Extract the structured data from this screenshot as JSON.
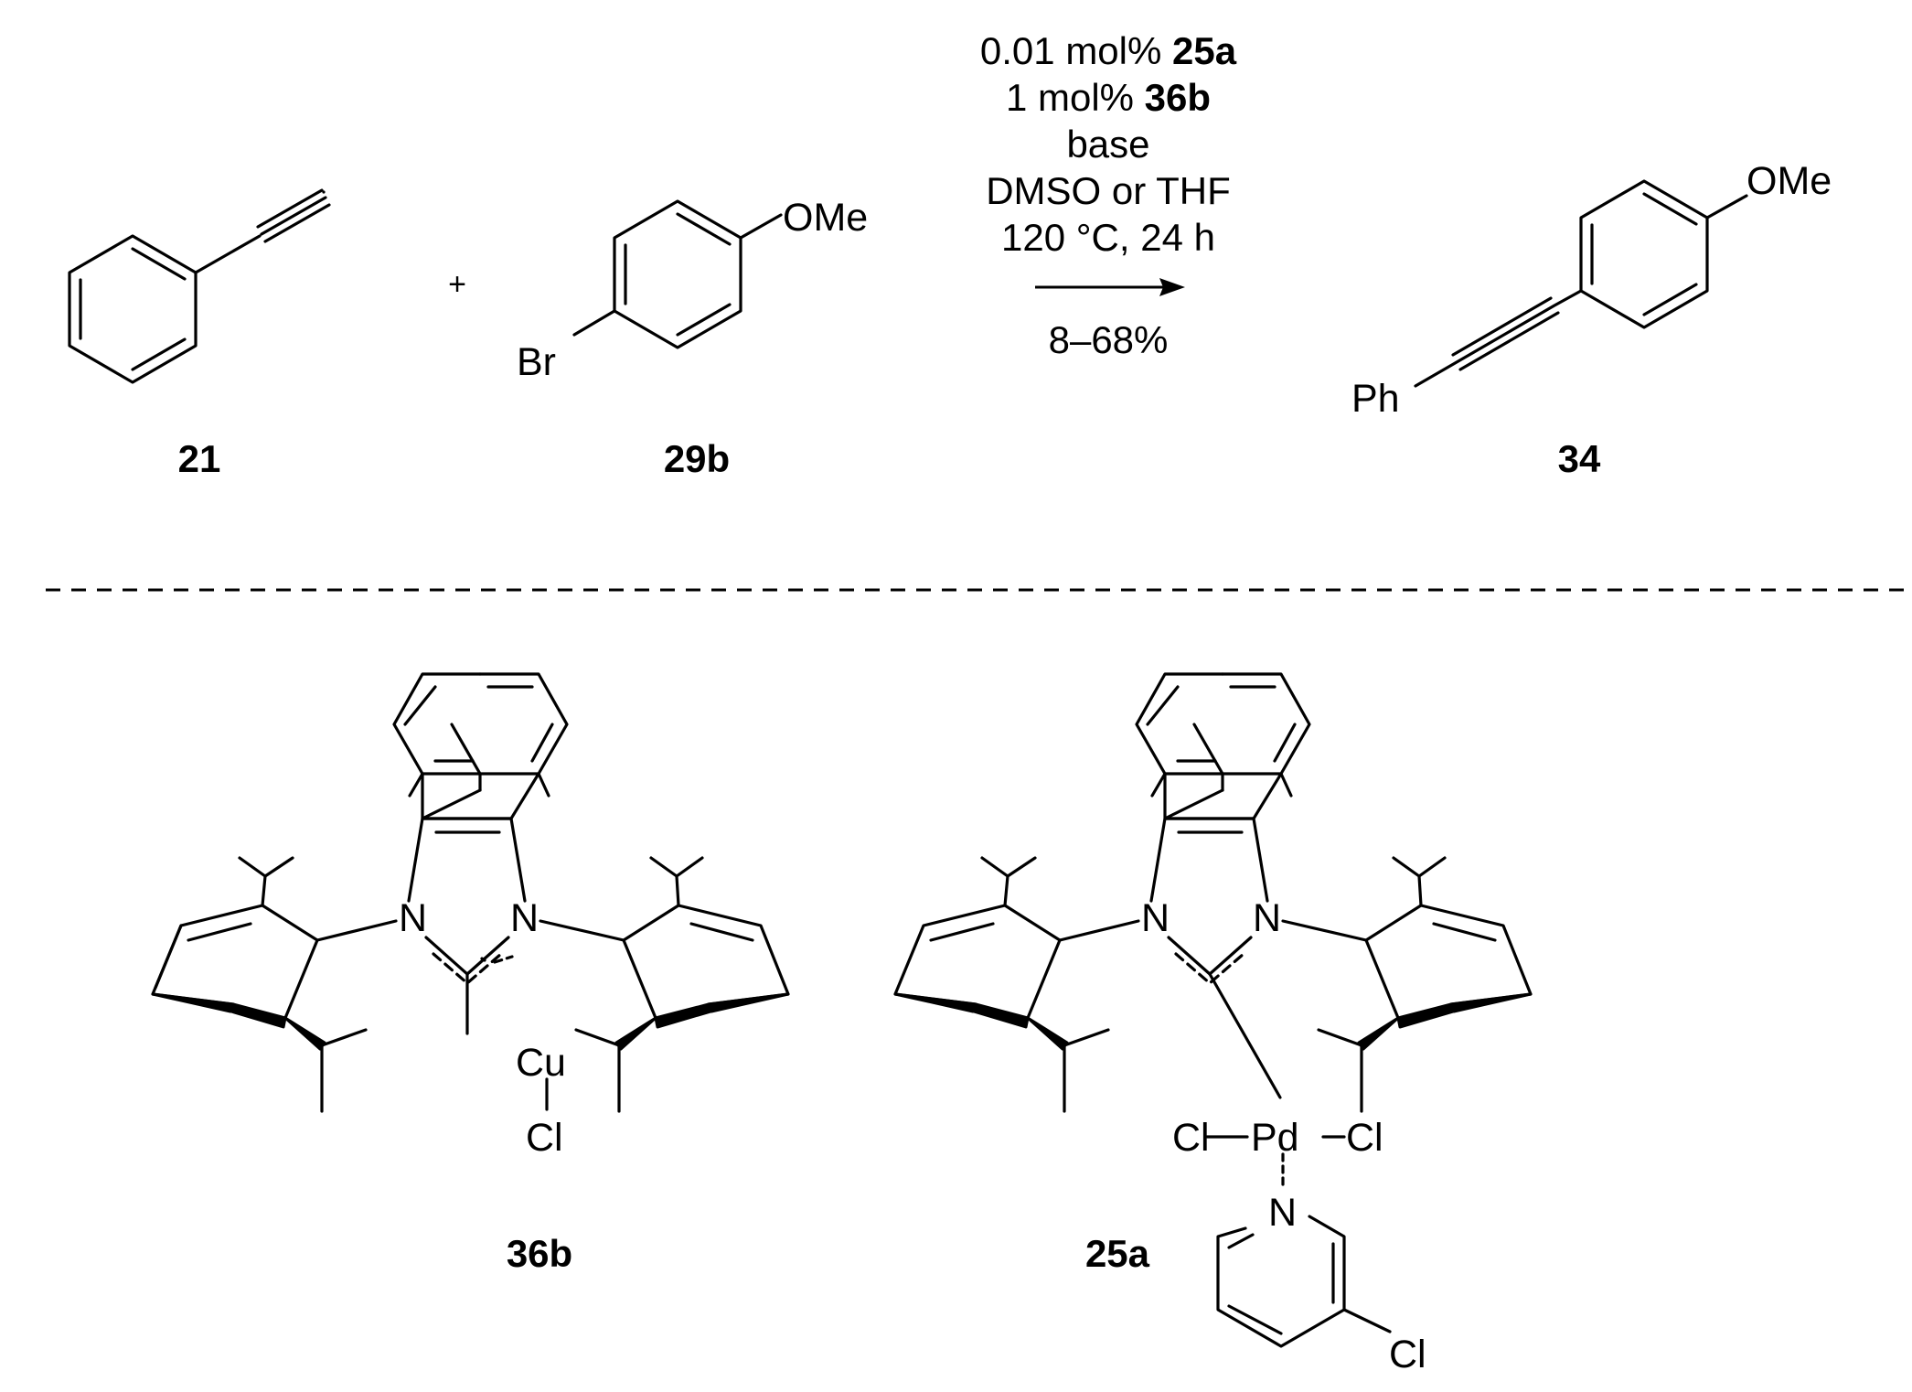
{
  "scheme": {
    "plus": "+",
    "conditions": {
      "line1_pre": "0.01 mol% ",
      "line1_cat": "25a",
      "line2_pre": "1 mol% ",
      "line2_cat": "36b",
      "line3": "base",
      "line4": "DMSO or THF",
      "line5": "120 °C, 24 h",
      "yield": "8–68%"
    },
    "compounds": {
      "c21": "21",
      "c29b": "29b",
      "c34": "34",
      "c36b": "36b",
      "c25a": "25a"
    },
    "atoms": {
      "ome_29b": "OMe",
      "br": "Br",
      "ome_34": "OMe",
      "ph": "Ph",
      "n_left_36b": "N",
      "n_right_36b": "N",
      "cu": "Cu",
      "cl_36b": "Cl",
      "n_left_25a": "N",
      "n_right_25a": "N",
      "pd": "Pd",
      "cl_pd_left": "Cl",
      "cl_pd_right": "Cl",
      "n_pyridine": "N",
      "cl_pyridine": "Cl"
    }
  }
}
